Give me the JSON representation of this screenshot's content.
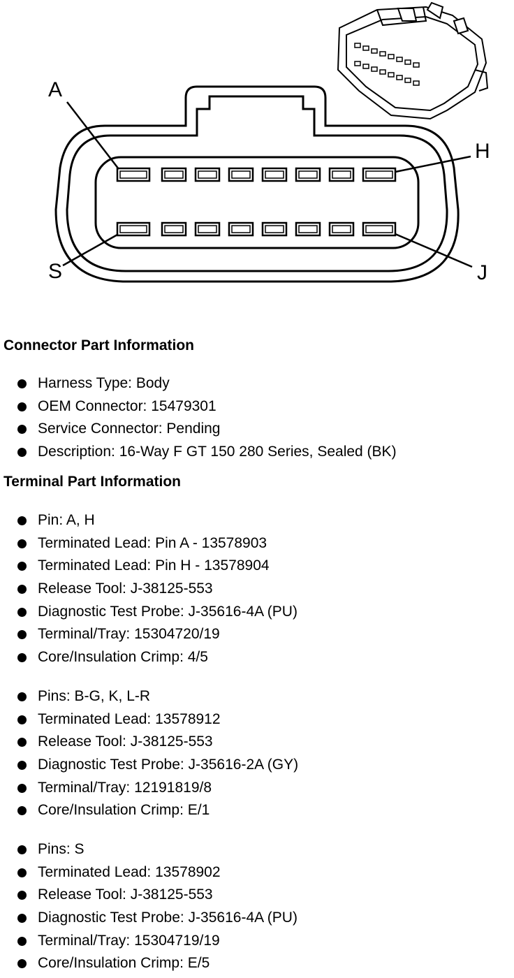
{
  "diagram": {
    "cavity_labels": {
      "top_left": "A",
      "top_right": "H",
      "bottom_left": "S",
      "bottom_right": "J"
    }
  },
  "connector": {
    "title": "Connector Part Information",
    "items": [
      "Harness Type: Body",
      "OEM Connector: 15479301",
      "Service Connector: Pending",
      "Description: 16-Way F GT 150 280 Series, Sealed (BK)"
    ]
  },
  "terminal": {
    "title": "Terminal Part Information",
    "groups": [
      {
        "items": [
          "Pin: A, H",
          "Terminated Lead: Pin A - 13578903",
          "Terminated Lead: Pin H - 13578904",
          "Release Tool: J-38125-553",
          "Diagnostic Test Probe: J-35616-4A (PU)",
          "Terminal/Tray: 15304720/19",
          "Core/Insulation Crimp: 4/5"
        ]
      },
      {
        "items": [
          "Pins: B-G, K, L-R",
          "Terminated Lead: 13578912",
          "Release Tool: J-38125-553",
          "Diagnostic Test Probe: J-35616-2A (GY)",
          "Terminal/Tray: 12191819/8",
          "Core/Insulation Crimp: E/1"
        ]
      },
      {
        "items": [
          "Pins: S",
          "Terminated Lead: 13578902",
          "Release Tool: J-38125-553",
          "Diagnostic Test Probe: J-35616-4A (PU)",
          "Terminal/Tray: 15304719/19",
          "Core/Insulation Crimp: E/5"
        ]
      }
    ]
  }
}
